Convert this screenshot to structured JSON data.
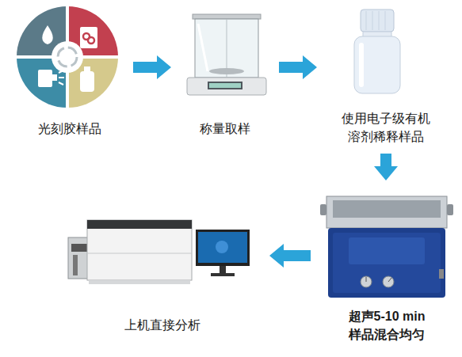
{
  "diagram": {
    "nodes": [
      {
        "text": [
          "光刻胶样品"
        ]
      },
      {
        "text": [
          "称量取样"
        ]
      },
      {
        "text": [
          "使用电子级有机 溶剂稀释样品"
        ]
      },
      {
        "text": [
          "超声5-10 min 样品混合均匀"
        ]
      },
      {
        "text": [
          "上机直接分析"
        ]
      }
    ],
    "edges": [
      {
        "from": 0,
        "to": 1,
        "arrow": "to"
      },
      {
        "from": 1,
        "to": 2,
        "arrow": "to"
      },
      {
        "from": 2,
        "to": 3,
        "arrow": "to"
      },
      {
        "from": 3,
        "to": 4,
        "arrow": "to"
      }
    ]
  }
}
